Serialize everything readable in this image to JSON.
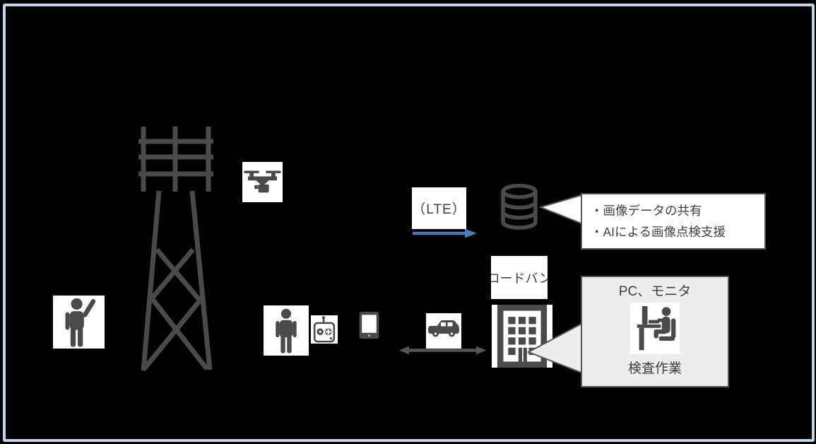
{
  "colors": {
    "background": "#000000",
    "frame_border": "#c3d3e8",
    "icon_gray": "#4a4a4a",
    "text_gray": "#3f3f3f",
    "arrow_blue": "#4e79bd",
    "outline_gray": "#555555",
    "panel_fill": "#ededed",
    "box_white": "#ffffff"
  },
  "icons": [
    "transmission-tower-icon",
    "drone-camera-icon",
    "worker-raised-arm-icon",
    "pilot-person-icon",
    "rc-controller-icon",
    "tablet-icon",
    "database-icon",
    "car-icon",
    "office-building-icon",
    "inspection-desk-icon",
    "lte-uplink-arrow-icon",
    "double-arrow-icon"
  ],
  "uplink": {
    "label": "（LTE）"
  },
  "cloud": {
    "notes": [
      "・画像データの共有",
      "・AIによる画像点検支援"
    ]
  },
  "office": {
    "broadband_label": "ブロードバンド",
    "panel": {
      "title": "PC、モニタ",
      "caption": "検査作業"
    }
  }
}
